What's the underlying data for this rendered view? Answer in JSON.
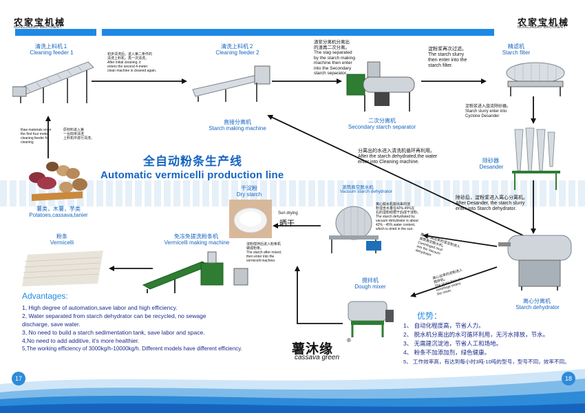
{
  "brand": {
    "name_cn": "农家宝机械",
    "name_en": "NONGJIABAO MACHINERY"
  },
  "colors": {
    "accent": "#1e88e5",
    "label": "#1565c0",
    "wave": "#2e8bd8"
  },
  "stations": {
    "cf1": {
      "cn": "清洗上料机１",
      "en": "Cleaning feeder 1"
    },
    "cf2": {
      "cn": "清洗上料机２",
      "en": "Cleaning feeder 2"
    },
    "ss": {
      "cn": "二次分离机",
      "en": "Secondary starch separator"
    },
    "sf": {
      "cn": "精滤机",
      "en": "Starch filter"
    },
    "sm": {
      "cn": "直接分离机",
      "en": "Starch making machine"
    },
    "ds": {
      "cn": "除砂器",
      "en": "Desander"
    },
    "vd": {
      "cn": "滚筒真空脱水机",
      "en": "Vacuum starch dehydrator"
    },
    "sd": {
      "cn": "离心分离机",
      "en": "Starch dehydrator"
    },
    "dry": {
      "cn": "干淀粉",
      "en": "Dry starch"
    },
    "raw": {
      "cn": "薯类，木薯，芋类",
      "en": "Potatoes,cassava,tanier"
    },
    "vm": {
      "cn": "免冻免搓洗粉条机",
      "en": "Vermicelli making machine"
    },
    "verm": {
      "cn": "粉条",
      "en": "Vermicelli"
    },
    "dm": {
      "cn": "搅拌机",
      "en": "Dough mixer"
    }
  },
  "notes": {
    "cf1_to_cf2": [
      "初步清洗后，进入第二条件的",
      "清洗上料机，再一次清洗。",
      "After initial cleaning, it",
      "enters the second 4-meter",
      "clean machine is cleaned again."
    ],
    "slag": [
      "渣浆分离机分离出",
      "的渣再二次分离。",
      "The slag separated",
      "by the starch making",
      "machine then enter",
      "into the Secondary",
      "starch separator."
    ],
    "slurry_filter": [
      "淀粉浆再次过滤。",
      "The starch slurry",
      "then enter into the",
      "starch filter."
    ],
    "cyclone": [
      "淀粉浆进入旋流除砂器。",
      "Starch slurry enter into",
      "Cyclone Desander"
    ],
    "raw_in": [
      "Raw materials enter",
      "the first four meter",
      "cleaning feeder for",
      "cleaning"
    ],
    "raw_cn": [
      "原材料进入第",
      "一台四米清洗",
      "上料机中进行清洗。"
    ],
    "water_back": [
      "分离出的水进入清洗机循环再利用。",
      "After the starch dehydrated,the water",
      "enter into Cleaning machine."
    ],
    "desander_out": [
      "除砂后，淀粉浆进入离心分离机。",
      "After Desander, the starch slurry",
      "enter into  Starch dehydrator."
    ],
    "vac_text": [
      "离心脱水机脱出来的淀",
      "粉湿含水量在42%-45%左",
      "右的湿粉经晒干后成干淀粉。",
      "",
      "The starch dehydrated by",
      "vacuum dehydrator is about",
      "42% - 45% water content,",
      "which is dried in the sun."
    ],
    "sun": [
      "Sun drying",
      "晒干"
    ],
    "vert_a": [
      "离心分离出来的湿淀粉进入",
      "滚筒真空脱水机。",
      "Centrifuged mud",
      "into the Vacuum",
      "dehydrator."
    ],
    "vert_b": [
      "离心出来的淀粉进入",
      "搅拌机。",
      "The slurry from the",
      "centrifuge enters",
      "the mixer."
    ],
    "mix_text": [
      "淀粉搅拌后进入粉条机",
      "做成粉条。",
      "The starch after mixed,",
      "then enter into the",
      "vermicelli machine."
    ]
  },
  "title": {
    "cn": "全自动粉条生产线",
    "en": "Automatic vermicelli production line"
  },
  "advantages_en": {
    "heading": "Advantages:",
    "items": [
      "1, High degree of automation,save labor and high efficiency.",
      "2, Water separated from starch dehydrator can be recycled, no sewage",
      "discharge, save water.",
      "3, No need to build a starch sedimentation tank, save labor and space.",
      "4,No need to add additive, it’s more healthier.",
      "5,The working efficiency of 3000kg/h-10000kg/h. Different models have different efficiency."
    ]
  },
  "advantages_cn": {
    "heading": "优势：",
    "items": [
      "1、 自动化程度高，节省人力。",
      "2、 脱水机分离出的水可循环利用，无污水排放，节水。",
      "3、 无需建沉淀池，节省人工和场地。",
      "4、 粉条不加添加剂，绿色健康。",
      "5、 工作效率高，有达到每小时3吨-10吨的型号，型号不同，效率不同。"
    ]
  },
  "logo": {
    "cn": "薯沐缘",
    "en": "cassava green",
    "mark": "®"
  },
  "pages": {
    "left": "17",
    "right": "18"
  }
}
